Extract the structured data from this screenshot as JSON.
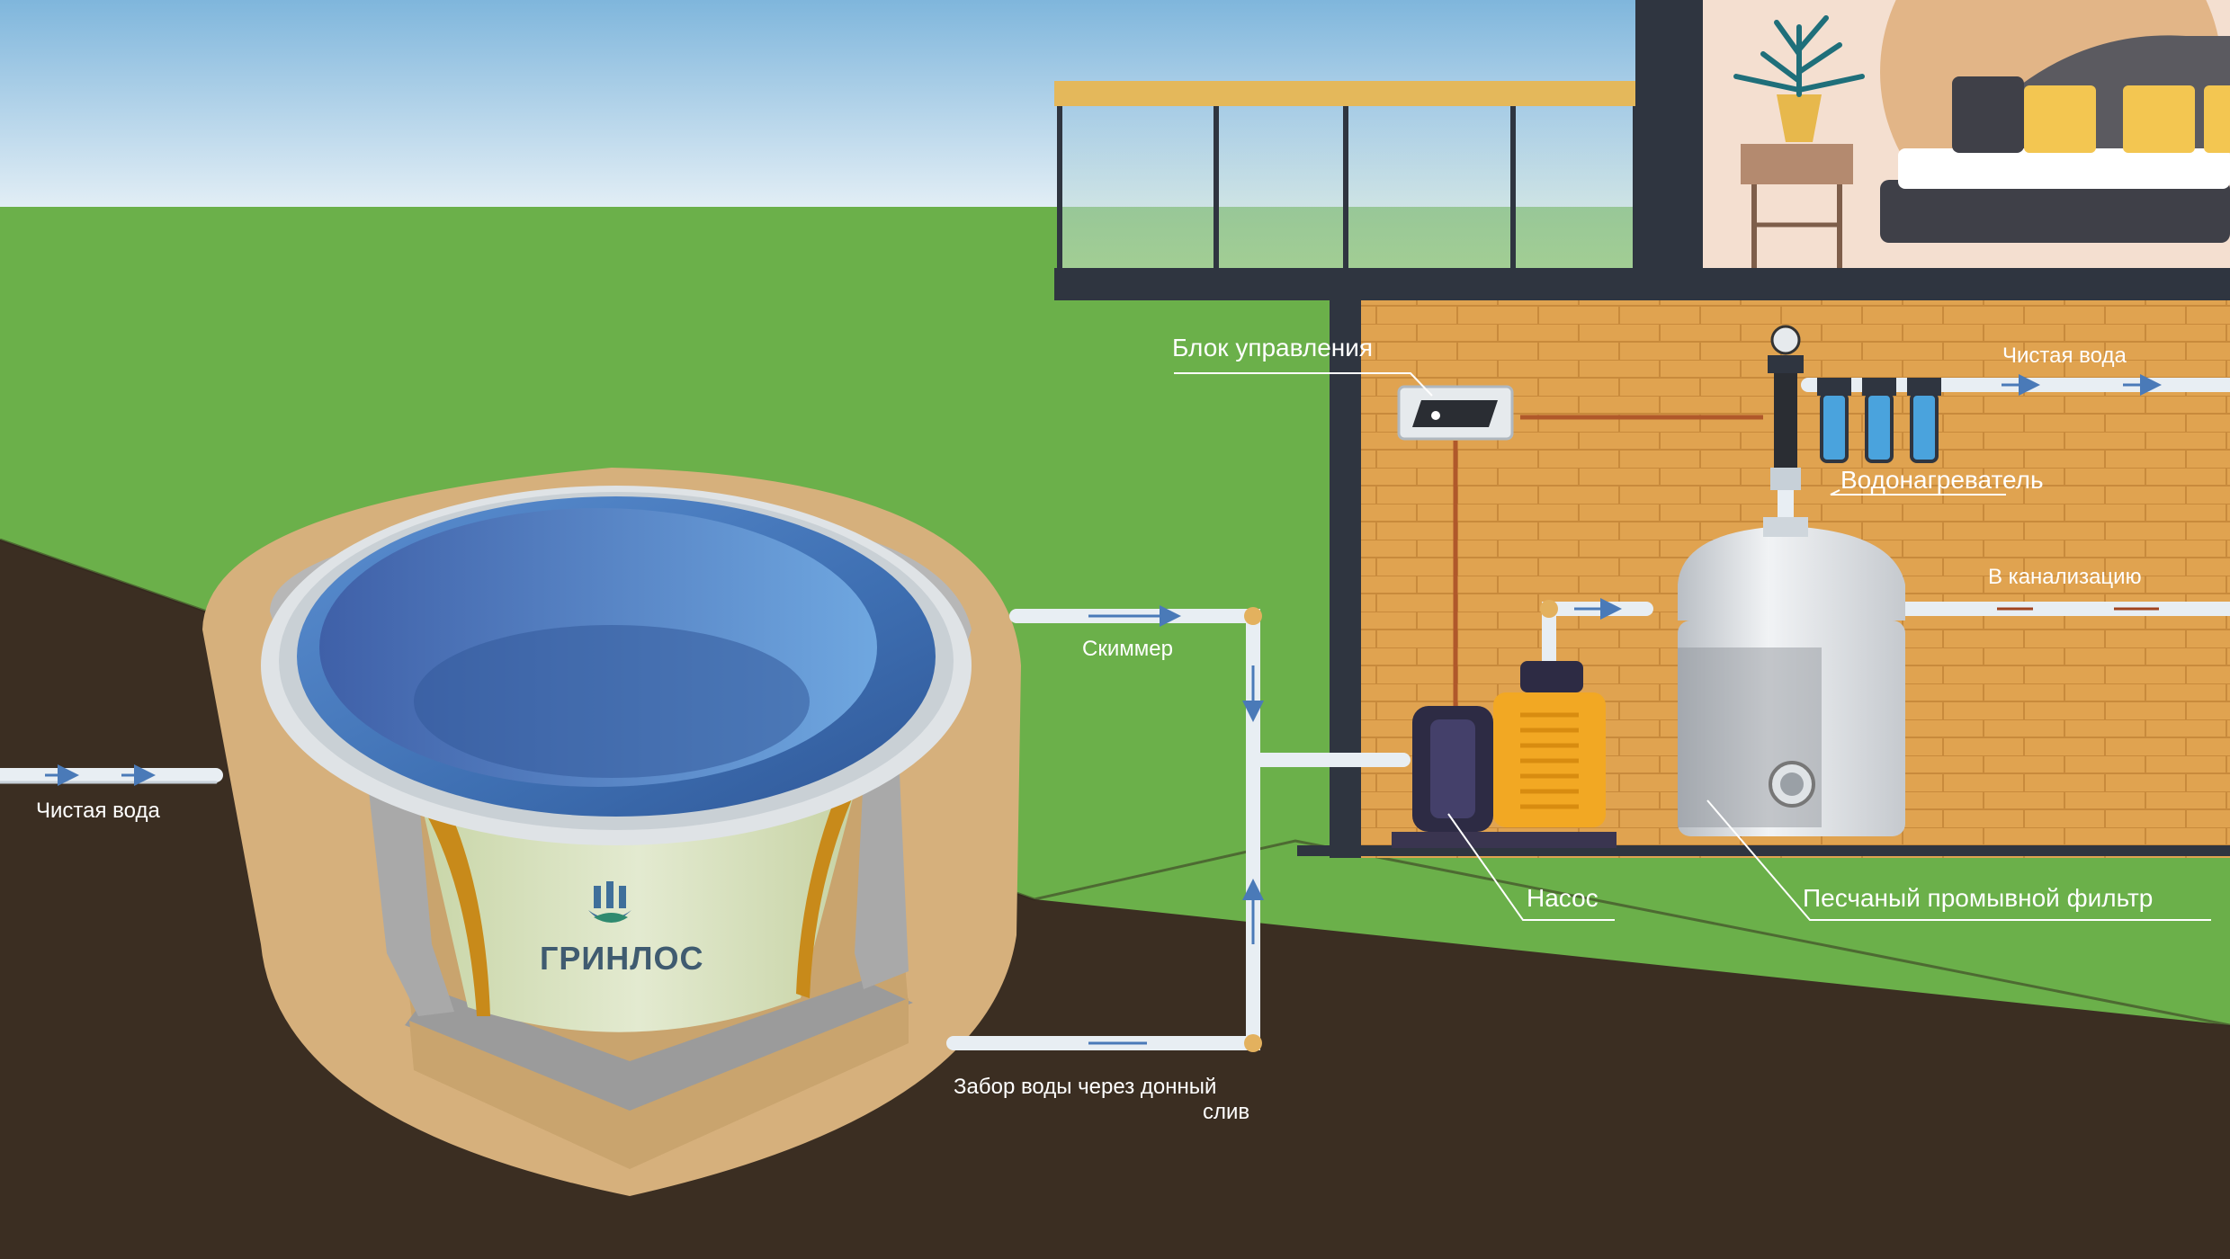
{
  "brand": {
    "name": "ГРИНЛОС"
  },
  "labels": {
    "clean_water_left": "Чистая вода",
    "skimmer": "Скиммер",
    "bottom_drain_line1": "Забор воды через донный",
    "bottom_drain_line2": "слив",
    "control_unit": "Блок управления",
    "clean_water_right": "Чистая вода",
    "water_heater": "Водонагреватель",
    "to_sewer": "В канализацию",
    "pump": "Насос",
    "sand_filter": "Песчаный промывной фильтр"
  },
  "colors": {
    "sky_top": "#7fb6dc",
    "sky_bottom": "#e8f1f7",
    "grass": "#6bb04a",
    "soil": "#3b2e22",
    "brick_wall": "#e0a350",
    "pool_water": "#4f86c6",
    "pipe": "#e8eef3",
    "pump_body": "#f2a823",
    "filter_body": "#dfe3e6",
    "cartridge": "#4aa3dd",
    "flow_arrow_clean": "#4a7ab8",
    "flow_arrow_waste": "#a0431f",
    "wire": "#b0582a"
  }
}
